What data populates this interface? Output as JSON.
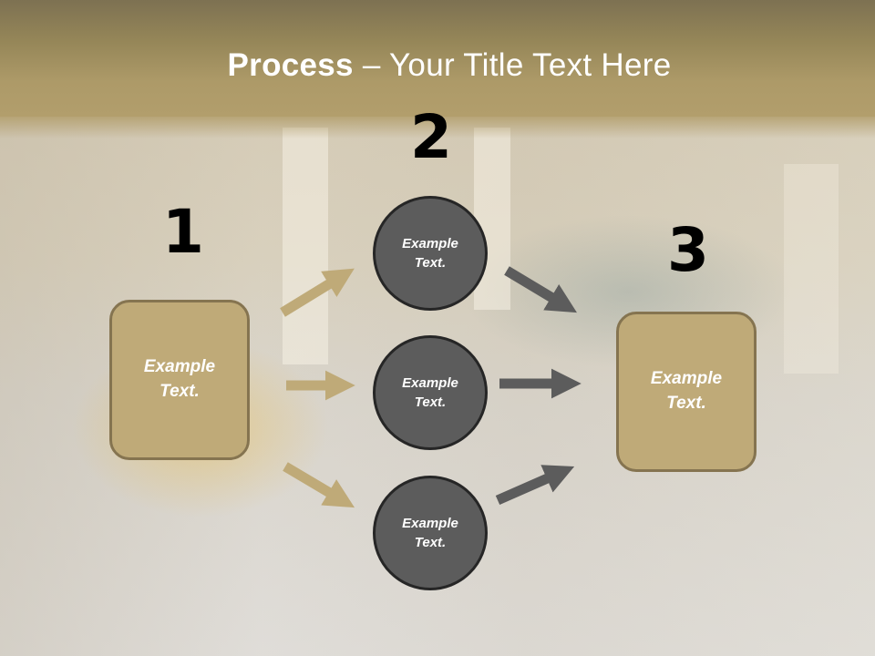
{
  "slide": {
    "title_bold": "Process",
    "title_rest": " – Your Title Text Here"
  },
  "steps": [
    {
      "number": "1",
      "box_text_line1": "Example",
      "box_text_line2": "Text."
    },
    {
      "number": "2",
      "circles": [
        {
          "line1": "Example",
          "line2": "Text."
        },
        {
          "line1": "Example",
          "line2": "Text."
        },
        {
          "line1": "Example",
          "line2": "Text."
        }
      ]
    },
    {
      "number": "3",
      "box_text_line1": "Example",
      "box_text_line2": "Text."
    }
  ],
  "colors": {
    "header": "#ad9a68",
    "box_fill": "#bfaa78",
    "box_border": "#857450",
    "circle_fill": "#5c5c5c",
    "circle_border": "#262626",
    "arrow_gold": "#bfaa78",
    "arrow_gray": "#5c5c5c"
  }
}
